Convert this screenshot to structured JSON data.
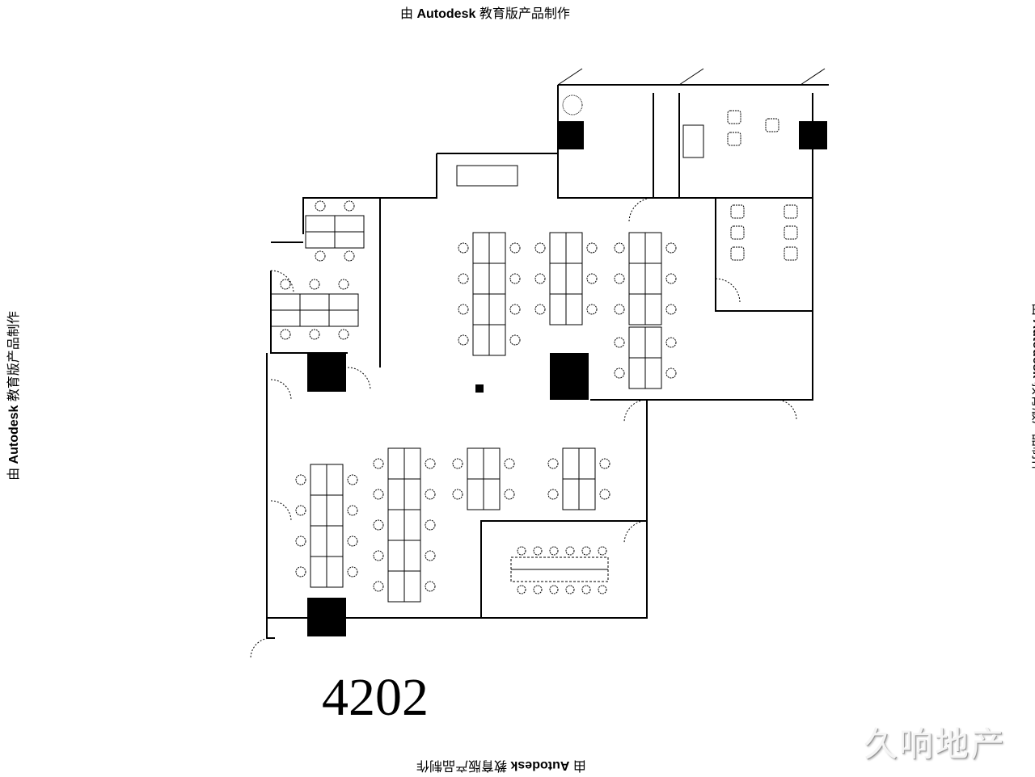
{
  "watermark": {
    "prefix": "由",
    "brand": "Autodesk",
    "suffix": "教育版产品制作"
  },
  "floor_plan": {
    "unit_number": "4202"
  },
  "logo": {
    "text": "久响地产"
  },
  "colors": {
    "wall": "#000000",
    "column": "#000000",
    "brand_text": "#f4f4f4"
  }
}
